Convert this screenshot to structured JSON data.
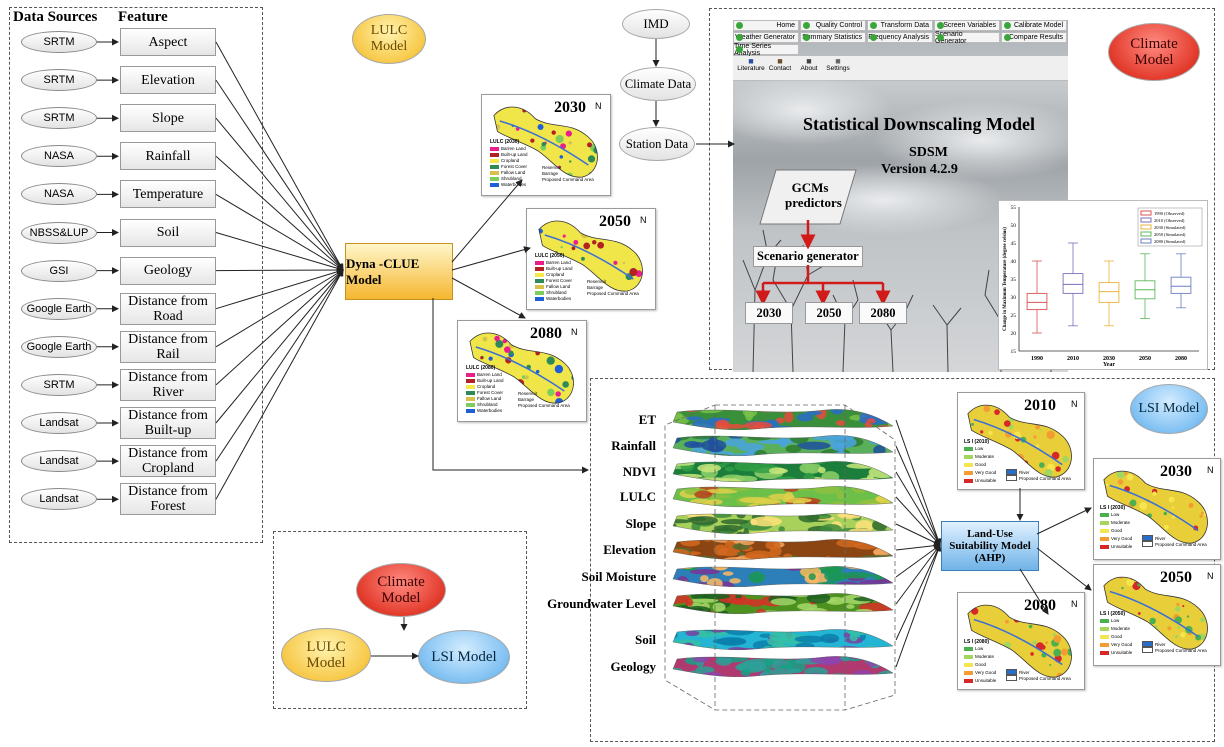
{
  "left_panel": {
    "header_sources": "Data Sources",
    "header_feature": "Feature",
    "rows": [
      {
        "source": "SRTM",
        "feature": "Aspect"
      },
      {
        "source": "SRTM",
        "feature": "Elevation"
      },
      {
        "source": "SRTM",
        "feature": "Slope"
      },
      {
        "source": "NASA",
        "feature": "Rainfall"
      },
      {
        "source": "NASA",
        "feature": "Temperature"
      },
      {
        "source": "NBSS&LUP",
        "feature": "Soil"
      },
      {
        "source": "GSI",
        "feature": "Geology"
      },
      {
        "source": "Google Earth",
        "feature": "Distance from Road"
      },
      {
        "source": "Google Earth",
        "feature": "Distance from Rail"
      },
      {
        "source": "SRTM",
        "feature": "Distance from River"
      },
      {
        "source": "Landsat",
        "feature": "Distance from Built-up"
      },
      {
        "source": "Landsat",
        "feature": "Distance from Cropland"
      },
      {
        "source": "Landsat",
        "feature": "Distance from Forest"
      }
    ]
  },
  "lulc_model_label": "LULC Model",
  "dyna_clue": "Dyna -CLUE Model",
  "lulc_maps": [
    {
      "year": "2030",
      "legend_title": "LULC (2030)"
    },
    {
      "year": "2050",
      "legend_title": "LULC (2050)"
    },
    {
      "year": "2080",
      "legend_title": "LULC (2080)"
    }
  ],
  "lulc_legend": [
    "Barren Land",
    "Built-up Land",
    "Cropland",
    "Forest Cover",
    "Fallow Land",
    "Shrubland",
    "Waterbodies"
  ],
  "lulc_legend_extra": [
    "Reservoir",
    "Barrage",
    "Proposed Command Area"
  ],
  "climate": {
    "imd": "IMD",
    "climate_data": "Climate Data",
    "station_data": "Station Data",
    "model_label": "Climate Model",
    "toolbar_rows": [
      [
        "Home",
        "Quality Control",
        "Transform Data",
        "Screen Variables",
        "Calibrate Model"
      ],
      [
        "Weather Generator",
        "Summary Statistics",
        "Frequency Analysis",
        "Scenario Generator",
        "Compare Results"
      ],
      [
        "Time Series Analysis"
      ]
    ],
    "menu": [
      "Literature",
      "Contact",
      "About",
      "Settings"
    ],
    "sdsm_title": "Statistical Downscaling Model",
    "sdsm_name": "SDSM",
    "sdsm_version": "Version 4.2.9",
    "gcm": "GCMs predictors",
    "scenario": "Scenario generator",
    "years": [
      "2030",
      "2050",
      "2080"
    ]
  },
  "chart_data": {
    "type": "box",
    "categories": [
      "1990",
      "2010",
      "2030",
      "2050",
      "2080"
    ],
    "series": [
      {
        "name": "1990 (Observed)",
        "color": "#d9534f",
        "min": 20,
        "q1": 26.5,
        "median": 28.5,
        "q3": 31,
        "max": 40
      },
      {
        "name": "2010 (Observed)",
        "color": "#7b6fbf",
        "min": 22,
        "q1": 31,
        "median": 33.5,
        "q3": 36.5,
        "max": 45
      },
      {
        "name": "2030 (Simulated)",
        "color": "#e8b33c",
        "min": 22,
        "q1": 28.5,
        "median": 31.5,
        "q3": 34,
        "max": 40
      },
      {
        "name": "2050 (Simulated)",
        "color": "#5cb85c",
        "min": 24,
        "q1": 29.5,
        "median": 32,
        "q3": 34.5,
        "max": 42
      },
      {
        "name": "2080 (Simulated)",
        "color": "#6a7fc1",
        "min": 27,
        "q1": 31,
        "median": 33,
        "q3": 35.5,
        "max": 42
      }
    ],
    "xlabel": "Year",
    "ylabel": "Change in Maximum Temperature (degree celsius)",
    "ylim": [
      15,
      55
    ],
    "yticks": [
      "15",
      "20",
      "25",
      "30",
      "35",
      "40",
      "45",
      "50",
      "55"
    ]
  },
  "lsi": {
    "layers": [
      "ET",
      "Rainfall",
      "NDVI",
      "LULC",
      "Slope",
      "Elevation",
      "Soil Moisture",
      "Groundwater Level",
      "Soil",
      "Geology"
    ],
    "ahp": "Land-Use Suitability Model (AHP)",
    "model_label": "LSI Model",
    "maps": [
      {
        "year": "2010",
        "legend_title": "LS I (2010)"
      },
      {
        "year": "2030",
        "legend_title": "LS I (2030)"
      },
      {
        "year": "2050",
        "legend_title": "LS I (2050)"
      },
      {
        "year": "2080",
        "legend_title": "LS I (2080)"
      }
    ],
    "legend": [
      "Low",
      "Moderate",
      "Good",
      "Very Good",
      "Unsuitable"
    ],
    "legend_extra": [
      "River",
      "Proposed Command Area"
    ]
  },
  "summary": {
    "climate": "Climate Model",
    "lulc": "LULC Model",
    "lsi": "LSI Model"
  },
  "colors": {
    "lulc": [
      "#e91e8c",
      "#b22222",
      "#f5e94a",
      "#2e8b57",
      "#d6c24a",
      "#7ccd5b",
      "#1f5fd6"
    ],
    "lsi": [
      "#4caf50",
      "#a4d65e",
      "#f6e54f",
      "#f39c32",
      "#d62828"
    ]
  }
}
